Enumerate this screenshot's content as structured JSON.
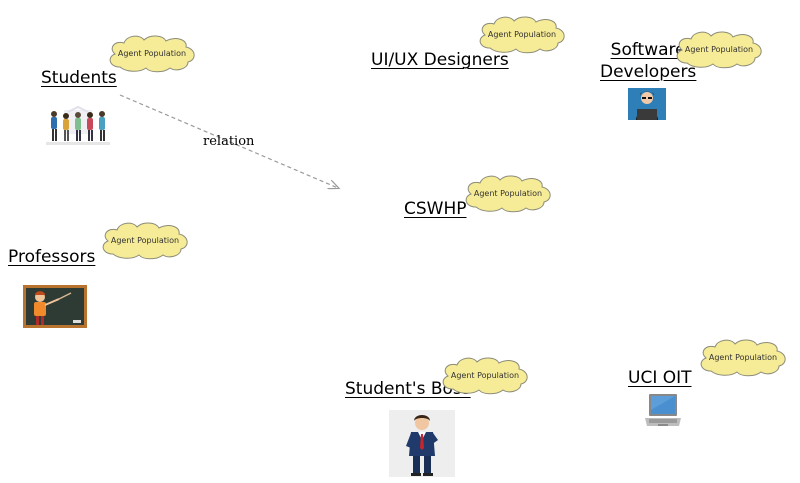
{
  "diagram": {
    "edge": {
      "label": "relation"
    },
    "cloud_label": "Agent Population",
    "nodes": {
      "students": {
        "label": "Students"
      },
      "uiux": {
        "label": "UI/UX Designers"
      },
      "software": {
        "label_line1": "Software",
        "label_line2": "Developers"
      },
      "cswhp": {
        "label": "CSWHP"
      },
      "professors": {
        "label": "Professors"
      },
      "boss": {
        "label": "Student's Boss"
      },
      "uci": {
        "label": "UCI OIT"
      }
    }
  },
  "colors": {
    "cloud_fill": "#f6eb96",
    "cloud_stroke": "#8c8c7a",
    "edge": "#9a9a9a"
  }
}
